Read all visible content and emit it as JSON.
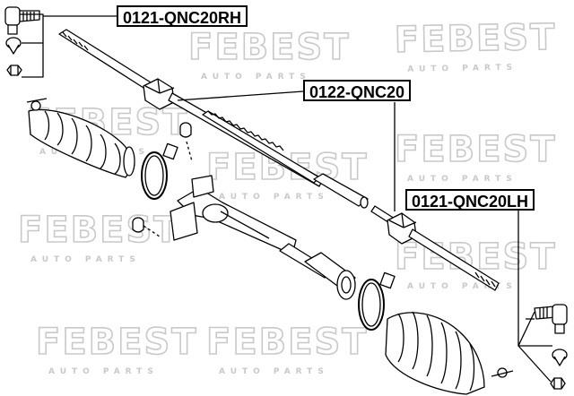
{
  "watermark": {
    "brand": "FEBEST",
    "sub": "AUTO PARTS"
  },
  "labels": {
    "tie_rod_end_rh": "0121-QNC20RH",
    "rack_end": "0122-QNC20",
    "tie_rod_end_lh": "0121-QNC20LH"
  },
  "icons": [
    "tie-rod-end-icon",
    "ball-joint-icon",
    "castle-nut-icon",
    "steering-boot-icon",
    "boot-clamp-icon",
    "steering-rack-icon",
    "rack-end-icon",
    "bushing-icon"
  ]
}
